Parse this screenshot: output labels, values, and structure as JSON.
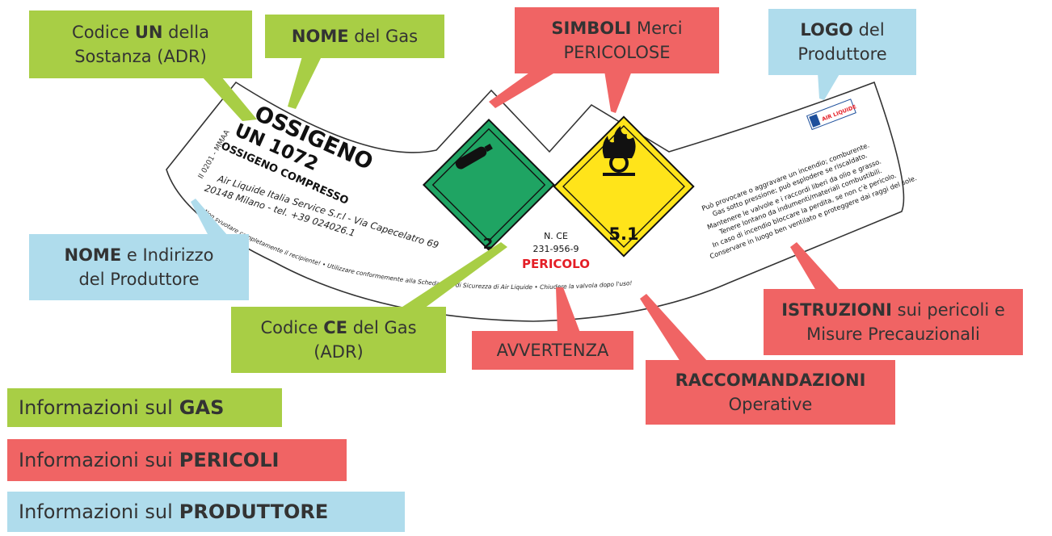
{
  "callouts": {
    "un_code": {
      "pre": "Codice ",
      "bold": "UN",
      "post": " della",
      "line2": "Sostanza (ADR)"
    },
    "gas_name": {
      "bold": "NOME",
      "post": " del Gas"
    },
    "hazard_symbols": {
      "bold": "SIMBOLI",
      "post": " Merci",
      "line2": "PERICOLOSE"
    },
    "producer_logo": {
      "bold": "LOGO",
      "post": " del",
      "line2": "Produttore"
    },
    "producer_name": {
      "bold": "NOME",
      "post": " e Indirizzo",
      "line2": "del Produttore"
    },
    "ce_code": {
      "pre": "Codice ",
      "bold": "CE",
      "post": " del Gas",
      "line2": "(ADR)"
    },
    "warning": {
      "text": "AVVERTENZA"
    },
    "instructions": {
      "bold": "ISTRUZIONI",
      "post": " sui pericoli e",
      "line2": "Misure Precauzionali"
    },
    "recommendations": {
      "bold": "RACCOMANDAZIONI",
      "line2": "Operative"
    }
  },
  "legend": [
    {
      "pre": "Informazioni sul",
      "bold": "GAS",
      "color": "#a8ce45"
    },
    {
      "pre": "Informazioni sui",
      "bold": "PERICOLI",
      "color": "#f06464"
    },
    {
      "pre": "Informazioni sul",
      "bold": "PRODUTTORE",
      "color": "#afdcec"
    }
  ],
  "label": {
    "gas_name": "OSSIGENO",
    "un_code": "UN 1072",
    "gas_description": "OSSIGENO COMPRESSO",
    "side_code": "II 0201 - MMAA",
    "address_line1": "Air Liquide Italia Service S.r.l - Via Capecelatro 69",
    "address_line2": "20148 Milano - tel. +39 024026.1",
    "bottom_text": "Non svuotare completamente il recipiente! • Utilizzare conformemente alla Scheda Dati di Sicurezza di Air Liquide • Chiudere la valvola dopo l'uso!",
    "ce_label": "N. CE",
    "ce_number": "231-956-9",
    "signal_word": "PERICOLO",
    "diamond_green_class": "2",
    "diamond_yellow_class": "5.1",
    "logo_text": "AIR LIQUIDE",
    "hazard_lines": [
      "Può provocare o aggravare un incendio; comburente.",
      "Gas sotto pressione; può esplodere se riscaldato.",
      "Mantenere le valvole e i raccordi liberi da olio e grasso.",
      "Tenere lontano da indumenti/materiali combustibili.",
      "In caso di incendio bloccare la perdita, se non c'è pericolo.",
      "Conservare in luogo ben ventilato e proteggere dai raggi del sole."
    ]
  },
  "colors": {
    "gas": "#a8ce45",
    "hazard": "#f06464",
    "producer": "#afdcec",
    "diamond_green": "#1fa463",
    "diamond_yellow": "#ffe41a",
    "signal": "#e41e26"
  }
}
